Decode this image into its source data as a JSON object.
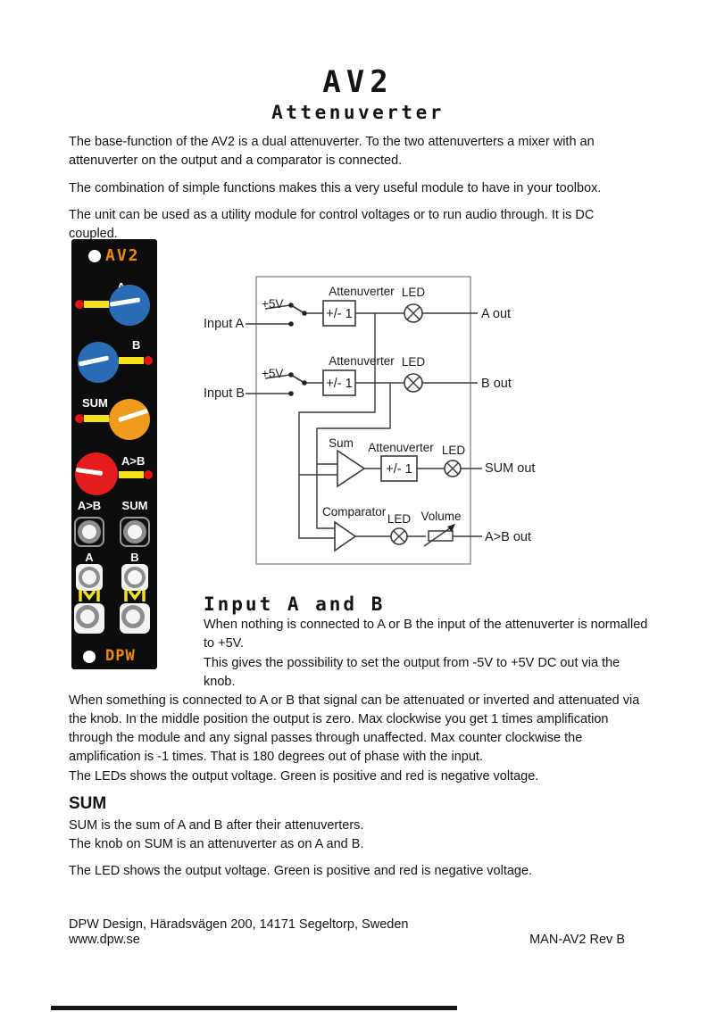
{
  "title": {
    "product": "AV2",
    "subtitle": "Attenuverter"
  },
  "paragraphs": {
    "p1": "The base-function of the AV2 is a dual attenuverter. To the two attenuverters a mixer with an attenuverter on the output and a comparator is connected.",
    "p2": "The combination of simple functions makes this a very useful module to have in your toolbox.",
    "p3": "The unit can be used as a utility module for control voltages or to run audio through. It is DC coupled.",
    "p4": "When something is connected to A or B that signal can be attenuated or inverted and attenuated via the knob. In the middle position the output is zero. Max clockwise you get 1 times amplification through the module and any signal passes through unaffected. Max counter clockwise the amplification is -1 times. That is 180 degrees out of phase with the input.",
    "p5": "The LEDs shows the output voltage. Green is positive and red is negative voltage.",
    "p6": "The LED shows the output voltage. Green is positive and red is negative voltage."
  },
  "sections": {
    "input_ab": {
      "heading": "Input A and B",
      "p1": "When nothing is connected to A or B the input of the attenuverter is normalled to +5V.",
      "p2": "This gives the possibility to set the output from -5V to +5V DC out via the knob."
    },
    "sum": {
      "heading": "SUM",
      "line1": "SUM is the sum of A and B after their attenuverters.",
      "line2": "The knob on SUM is an attenuverter as on A and B."
    }
  },
  "panel": {
    "logo": "AV2",
    "brand": "DPW",
    "knob_a_label": "A",
    "knob_b_label": "B",
    "knob_sum_label": "SUM",
    "knob_ab_label": "A>B",
    "jack_ab_label": "A>B",
    "jack_sum_label": "SUM",
    "jack_a_label": "A",
    "jack_b_label": "B",
    "colors": {
      "panel": "#0c0c0c",
      "knob_blue": "#2a6db6",
      "knob_orange": "#f09b1d",
      "knob_red": "#e51c1c",
      "led_red": "#e01212",
      "bar_yellow": "#f3e11a",
      "logo_orange": "#f08c00"
    }
  },
  "diagram": {
    "attenuverter": "Attenuverter",
    "led": "LED",
    "pm1": "+/- 1",
    "plus5v": "+5V",
    "input_a": "Input A",
    "input_b": "Input B",
    "a_out": "A out",
    "b_out": "B out",
    "sum_out": "SUM out",
    "ab_out": "A>B out",
    "sum": "Sum",
    "comparator": "Comparator",
    "volume": "Volume"
  },
  "footer": {
    "address": "DPW Design, Häradsvägen 200, 14171 Segeltorp, Sweden",
    "url": "www.dpw.se",
    "doc_ref": "MAN-AV2 Rev B"
  }
}
